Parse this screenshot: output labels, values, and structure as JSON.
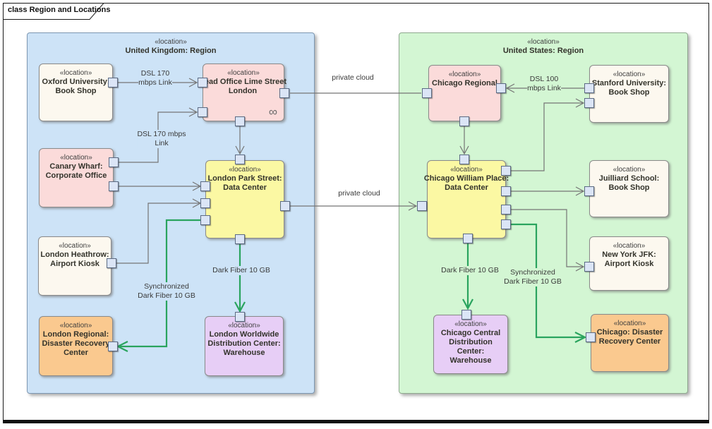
{
  "frame": {
    "title": "class Region and Locations"
  },
  "regions": {
    "uk": {
      "stereotype": "«location»",
      "name": "United Kingdom: Region"
    },
    "us": {
      "stereotype": "«location»",
      "name": "United States: Region"
    }
  },
  "nodes": {
    "oxford": {
      "stereotype": "«location»",
      "name": "Oxford University: Book Shop"
    },
    "head_office": {
      "stereotype": "«location»",
      "name": "Head Office Lime Street London",
      "icon": "∞"
    },
    "canary_wharf": {
      "stereotype": "«location»",
      "name": "Canary Wharf: Corporate Office"
    },
    "london_dc": {
      "stereotype": "«location»",
      "name": "London Park Street: Data Center"
    },
    "heathrow": {
      "stereotype": "«location»",
      "name": "London Heathrow: Airport Kiosk"
    },
    "london_drc": {
      "stereotype": "«location»",
      "name": "London Regional: Disaster Recovery Center"
    },
    "london_warehouse": {
      "stereotype": "«location»",
      "name": "London Worldwide Distribution Center: Warehouse"
    },
    "chicago_regional": {
      "stereotype": "«location»",
      "name": "Chicago Regional"
    },
    "stanford": {
      "stereotype": "«location»",
      "name": "Stanford University: Book Shop"
    },
    "chicago_dc": {
      "stereotype": "«location»",
      "name": "Chicago William Place: Data Center"
    },
    "juilliard": {
      "stereotype": "«location»",
      "name": "Juilliard School: Book Shop"
    },
    "ny_jfk": {
      "stereotype": "«location»",
      "name": "New York JFK: Airport Kiosk"
    },
    "chicago_warehouse": {
      "stereotype": "«location»",
      "name": "Chicago Central Distribution Center: Warehouse"
    },
    "chicago_drc": {
      "stereotype": "«location»",
      "name": "Chicago: Disaster Recovery Center"
    }
  },
  "labels": {
    "dsl170_oxford": {
      "line1": "DSL 170",
      "line2": "mbps Link"
    },
    "dsl170_canary": {
      "line1": "DSL 170 mbps",
      "line2": "Link"
    },
    "dsl100": {
      "line1": "DSL 100",
      "line2": "mbps Link"
    },
    "private_cloud_top": "private cloud",
    "private_cloud_bottom": "private cloud",
    "uk_dark_fiber": "Dark Fiber 10 GB",
    "uk_sync": {
      "line1": "Synchronized",
      "line2": "Dark Fiber 10 GB"
    },
    "us_dark_fiber": "Dark Fiber 10 GB",
    "us_sync": {
      "line1": "Synchronized",
      "line2": "Dark Fiber 10 GB"
    }
  },
  "colors": {
    "uk_region_fill": "#cde3f7",
    "us_region_fill": "#d3f6d3",
    "node_pink": "#fbdbda",
    "node_cream": "#fcf8ef",
    "node_yellow": "#fbf8a3",
    "node_orange": "#fac98f",
    "node_purple": "#e7cef6",
    "port_fill": "#dbe5f6",
    "connector_gray": "#757575",
    "connector_green": "#2aa45e"
  }
}
